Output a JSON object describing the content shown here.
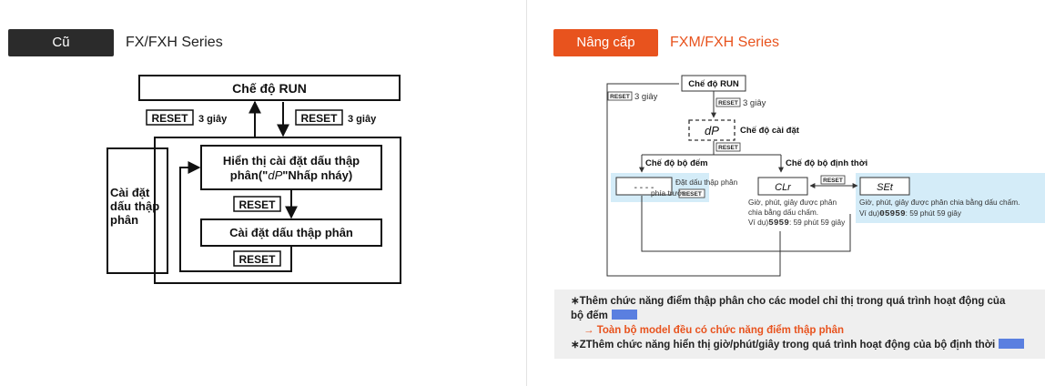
{
  "left": {
    "tag": "Cũ",
    "series": "FX/FXH Series",
    "run_mode": "Chế độ RUN",
    "reset": "RESET",
    "three_sec": "3 giây",
    "side_box": [
      "Cài đặt",
      "dấu thập",
      "phân"
    ],
    "display_line1": "Hiển thị cài đặt dấu thập",
    "display_line2_pre": "phân(\"",
    "display_glyph": "dP",
    "display_line2_post": "\"Nhấp nháy)",
    "decimal_setting": "Cài đặt dấu thập phân"
  },
  "right": {
    "tag": "Nâng cấp",
    "series": "FXM/FXH Series",
    "run_mode": "Chế độ RUN",
    "reset": "RESET",
    "three_sec": "3 giây",
    "dp_glyph": "dP",
    "setting_mode": "Chế độ cài đặt",
    "counter_mode": "Chế độ bộ đếm",
    "timer_mode": "Chế độ bộ định thời",
    "counter_lcd": "- - - -",
    "counter_desc1": "Đặt dấu thập phân",
    "counter_desc2": "phía trước",
    "clr_lcd": "CLr",
    "clr_desc1": "Giờ, phút, giây được phân",
    "clr_desc2": "chia bằng dấu chấm.",
    "clr_desc3_pre": "Ví dụ)",
    "clr_example": "5959",
    "clr_desc3_post": ": 59 phút 59 giây",
    "set_lcd": "SEt",
    "set_desc1": "Giờ, phút, giây được phân chia bằng dấu chấm.",
    "set_desc2_pre": "Ví dụ)",
    "set_example": "05959",
    "set_desc2_post": ": 59 phút 59 giây"
  },
  "notes": {
    "line1": "∗Thêm chức năng điểm thập phân cho các model chỉ thị trong quá trình hoạt động của",
    "line2": "bộ đếm",
    "line3": "→ Toàn bộ model đều có chức năng điểm thập phân",
    "line4": "∗ZThêm chức năng hiển thị giờ/phút/giây trong quá trình hoạt động của bộ định thời"
  },
  "colors": {
    "old_tag": "#2b2b2b",
    "new_tag": "#e8531e",
    "highlight": "#d4ecf8",
    "chip": "#5a7fe0"
  }
}
